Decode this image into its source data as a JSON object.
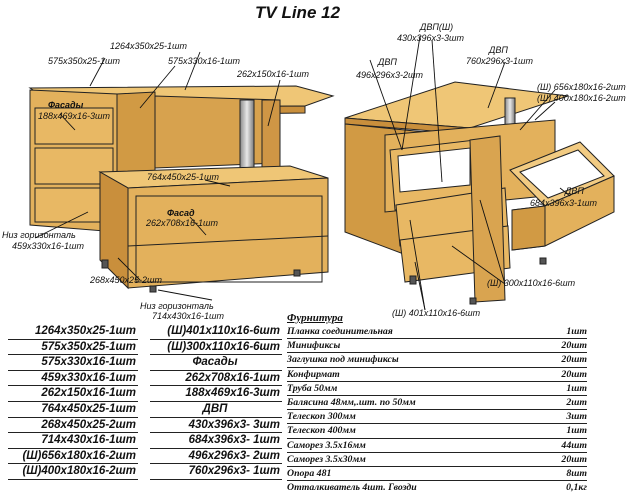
{
  "title": "TV Line 12",
  "left_labels": {
    "top_panel": "1264x350x25-1шт",
    "side_575a": "575x350x25-1шт",
    "mid_575b": "575x330x16-1шт",
    "post_262": "262x150x16-1шт",
    "facades_head": "Фасады",
    "facades_size": "188x469x16-3шт",
    "lower_top": "764x450x25-1шт",
    "facade_head": "Фасад",
    "facade_size": "262x708x16-1шт",
    "bottom_head": "Низ горизонталь",
    "bottom_size": "459x330x16-1шт",
    "part_268": "268x450x25-2шт",
    "bottom2_head": "Низ горизонталь",
    "bottom2_size": "714x430x16-1шт"
  },
  "right_labels": {
    "dvp_w_head": "ДВП(Ш)",
    "dvp_w_size": "430x396x3-3шт",
    "dvp_head": "ДВП",
    "dvp_size": "496x296x3-2шт",
    "dvp2_head": "ДВП",
    "dvp2_size": "760x296x3-1шт",
    "w656": "(Ш) 656x180x16-2шт",
    "w400": "(Ш) 400x180x16-2шт",
    "dvp3_head": "ДВП",
    "dvp3_size": "684x396x3-1шт",
    "w300": "(Ш) 300x110x16-6шт",
    "w401": "(Ш) 401x110x16-6шт"
  },
  "cut_list_1": [
    "1264x350x25-1шт",
    "575x350x25-1шт",
    "575x330x16-1шт",
    "459x330x16-1шт",
    "262x150x16-1шт",
    "764x450x25-1шт",
    "268x450x25-2шт",
    "714x430x16-1шт",
    "(Ш)656x180x16-2шт",
    "(Ш)400x180x16-2шт"
  ],
  "cut_list_2": {
    "rows_a": [
      "(Ш)401x110x16-6шт",
      "(Ш)300x110x16-6шт"
    ],
    "facades_head": "Фасады",
    "facades": [
      "262x708x16-1шт",
      "188x469x16-3шт"
    ],
    "dvp_head": "ДВП",
    "dvp": [
      "430x396x3-  3шт",
      "684x396x3-  1шт",
      "496x296x3-   2шт",
      "760x296x3-  1шт"
    ]
  },
  "hardware": {
    "head": "Фурнитура",
    "items": [
      {
        "name": "Планка соединительная",
        "qty": "1шт"
      },
      {
        "name": "Минификсы",
        "qty": "20шт"
      },
      {
        "name": "Заглушка под минификсы",
        "qty": "20шт"
      },
      {
        "name": "Конфирмат",
        "qty": "20шт"
      },
      {
        "name": "Труба 50мм",
        "qty": "1шт"
      },
      {
        "name": "Балясина 48мм,.шт. по 50мм",
        "qty": "2шт"
      },
      {
        "name": "Телескоп 300мм",
        "qty": "3шт"
      },
      {
        "name": "Телескоп 400мм",
        "qty": "1шт"
      },
      {
        "name": "Саморез 3.5х16мм",
        "qty": "44шт"
      },
      {
        "name": "Саморез 3.5х30мм",
        "qty": "20шт"
      },
      {
        "name": "Опора      481",
        "qty": "8шт"
      },
      {
        "name": "Отталкиватель     4шт.    Гвозди",
        "qty": "0,1кг"
      }
    ]
  },
  "colors": {
    "wood": "#e3b15c",
    "wood_dark": "#c98f3c",
    "wood_light": "#f0c878",
    "line": "#222222",
    "inner": "#ffffff"
  }
}
